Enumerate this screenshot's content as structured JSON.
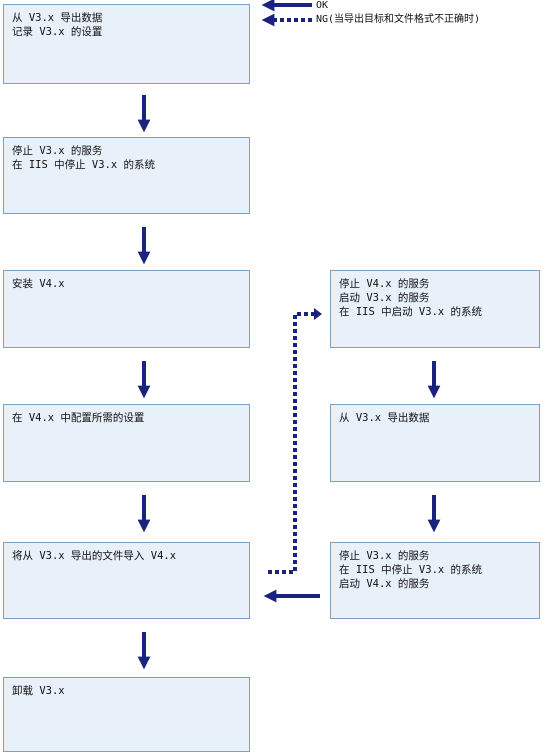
{
  "colors": {
    "arrow": "#1a237e",
    "box_fill": "#e8f0fa",
    "box_border": "#7f9fbf"
  },
  "legend": {
    "ok_label": "OK",
    "ng_label": "NG(当导出目标和文件格式不正确时)"
  },
  "main_steps": [
    {
      "lines": [
        "从 V3.x 导出数据",
        "记录 V3.x 的设置"
      ]
    },
    {
      "lines": [
        "停止 V3.x 的服务",
        "在 IIS 中停止 V3.x 的系统"
      ]
    },
    {
      "lines": [
        "安装 V4.x"
      ]
    },
    {
      "lines": [
        "在 V4.x 中配置所需的设置"
      ]
    },
    {
      "lines": [
        "将从 V3.x 导出的文件导入 V4.x"
      ]
    },
    {
      "lines": [
        "卸载 V3.x"
      ]
    }
  ],
  "rollback_steps": [
    {
      "lines": [
        "停止 V4.x 的服务",
        "启动 V3.x 的服务",
        "在 IIS 中启动 V3.x 的系统"
      ]
    },
    {
      "lines": [
        "从 V3.x 导出数据"
      ]
    },
    {
      "lines": [
        "停止 V3.x 的服务",
        "在 IIS 中停止 V3.x 的系统",
        "启动 V4.x 的服务"
      ]
    }
  ]
}
